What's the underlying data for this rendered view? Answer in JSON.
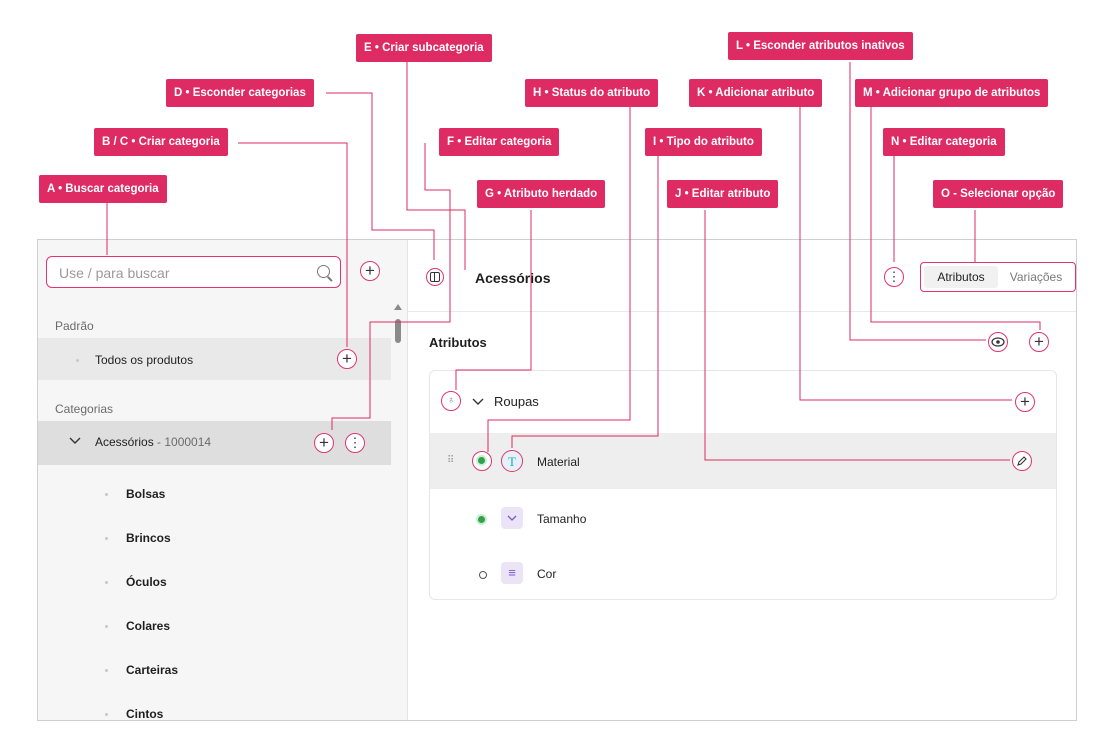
{
  "search": {
    "placeholder": "Use / para buscar"
  },
  "sidebar": {
    "section_default": "Padrão",
    "all_products": "Todos os produtos",
    "section_categories": "Categorias",
    "category": {
      "name": "Acessórios",
      "code": " - 1000014"
    },
    "subcategories": [
      "Bolsas",
      "Brincos",
      "Óculos",
      "Colares",
      "Carteiras",
      "Cintos"
    ]
  },
  "main": {
    "title": "Acessórios",
    "tabs": [
      {
        "label": "Atributos",
        "selected": true
      },
      {
        "label": "Variações",
        "selected": false
      }
    ],
    "section_title": "Atributos",
    "group": {
      "name": "Roupas"
    },
    "attributes": [
      {
        "name": "Material",
        "type_icon": "text-type-icon",
        "active": true
      },
      {
        "name": "Tamanho",
        "type_icon": "select-type-icon",
        "active": true
      },
      {
        "name": "Cor",
        "type_icon": "list-type-icon",
        "active": false
      }
    ]
  },
  "callouts": {
    "A": "A • Buscar categoria",
    "BC": "B / C • Criar categoria",
    "D": "D • Esconder categorias",
    "E": "E • Criar subcategoria",
    "F": "F • Editar categoria",
    "G": "G • Atributo herdado",
    "H": "H • Status do atributo",
    "I": "I • Tipo do atributo",
    "J": "J • Editar atributo",
    "K": "K • Adicionar atributo",
    "L": "L • Esconder atributos inativos",
    "M": "M • Adicionar grupo de atributos",
    "N": "N • Editar categoria",
    "O": "O - Selecionar opção"
  },
  "colors": {
    "accent": "#de2b63",
    "active_status": "#2fa24a",
    "type_icon_bg": "#ebe4f7"
  }
}
